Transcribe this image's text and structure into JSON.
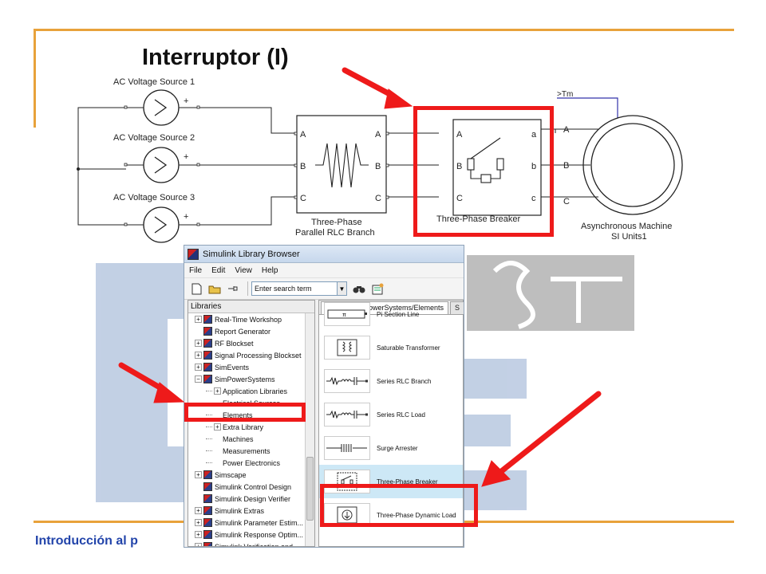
{
  "slide": {
    "title": "Interruptor (I)",
    "footer": "Introducción al p"
  },
  "colors": {
    "frame_accent": "#e8a23b",
    "highlight": "#ee1a1a",
    "footer_text": "#2244aa",
    "watermark": "#b8c8e0"
  },
  "circuit": {
    "sources": [
      {
        "label": "AC Voltage Source 1",
        "plus": "+"
      },
      {
        "label": "AC Voltage Source 2",
        "plus": "+"
      },
      {
        "label": "AC Voltage Source 3",
        "plus": "+"
      }
    ],
    "rlc_branch": {
      "label_line1": "Three-Phase",
      "label_line2": "Parallel RLC Branch",
      "ports_in": [
        "A",
        "B",
        "C"
      ],
      "ports_out": [
        "A",
        "B",
        "C"
      ]
    },
    "breaker": {
      "label": "Three-Phase Breaker",
      "ports_in": [
        "A",
        "B",
        "C"
      ],
      "ports_out": [
        "a",
        "b",
        "c"
      ]
    },
    "machine": {
      "label_line1": "Asynchronous Machine",
      "label_line2": "SI Units1",
      "tm_port": ">Tm",
      "ports": [
        "A",
        "B",
        "C"
      ]
    }
  },
  "library_browser": {
    "title": "Simulink Library Browser",
    "menu": [
      "File",
      "Edit",
      "View",
      "Help"
    ],
    "search_placeholder": "Enter search term",
    "libraries_header": "Libraries",
    "tabs": [
      {
        "label": "Library: SimPowerSystems/Elements"
      },
      {
        "label": "S"
      }
    ],
    "tree": [
      {
        "label": "Real-Time Workshop",
        "expander": "+",
        "level": 0
      },
      {
        "label": "Report Generator",
        "expander": "",
        "level": 0
      },
      {
        "label": "RF Blockset",
        "expander": "+",
        "level": 0
      },
      {
        "label": "Signal Processing Blockset",
        "expander": "+",
        "level": 0
      },
      {
        "label": "SimEvents",
        "expander": "+",
        "level": 0
      },
      {
        "label": "SimPowerSystems",
        "expander": "−",
        "level": 0
      },
      {
        "label": "Application Libraries",
        "expander": "+",
        "level": 1
      },
      {
        "label": "Electrical Sources",
        "expander": "",
        "level": 1
      },
      {
        "label": "Elements",
        "expander": "",
        "level": 1
      },
      {
        "label": "Extra Library",
        "expander": "+",
        "level": 1
      },
      {
        "label": "Machines",
        "expander": "",
        "level": 1
      },
      {
        "label": "Measurements",
        "expander": "",
        "level": 1
      },
      {
        "label": "Power Electronics",
        "expander": "",
        "level": 1
      },
      {
        "label": "Simscape",
        "expander": "+",
        "level": 0
      },
      {
        "label": "Simulink Control Design",
        "expander": "",
        "level": 0
      },
      {
        "label": "Simulink Design Verifier",
        "expander": "",
        "level": 0
      },
      {
        "label": "Simulink Extras",
        "expander": "+",
        "level": 0
      },
      {
        "label": "Simulink Parameter Estim...",
        "expander": "+",
        "level": 0
      },
      {
        "label": "Simulink Response Optim...",
        "expander": "+",
        "level": 0
      },
      {
        "label": "Simulink Verification and ...",
        "expander": "+",
        "level": 0
      }
    ],
    "blocks": [
      {
        "label": "Pi Section Line",
        "icon": "pi-line-icon"
      },
      {
        "label": "Saturable Transformer",
        "icon": "transformer-icon"
      },
      {
        "label": "Series RLC Branch",
        "icon": "rlc-branch-icon"
      },
      {
        "label": "Series RLC Load",
        "icon": "rlc-load-icon"
      },
      {
        "label": "Surge Arrester",
        "icon": "surge-arrester-icon"
      },
      {
        "label": "Three-Phase Breaker",
        "icon": "breaker-icon",
        "selected": true
      },
      {
        "label": "Three-Phase Dynamic Load",
        "icon": "dynamic-load-icon"
      }
    ]
  }
}
